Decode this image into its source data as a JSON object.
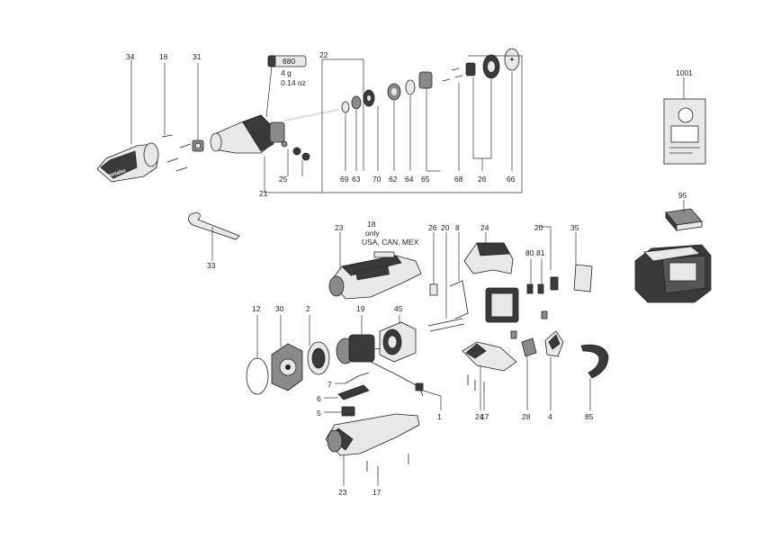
{
  "labels": {
    "l34": "34",
    "l16": "16",
    "l31": "31",
    "l880": "880",
    "w1": "4 g",
    "w2": "0.14 oz",
    "l22": "22",
    "l69": "69",
    "l63": "63",
    "l70": "70",
    "l62": "62",
    "l64": "64",
    "l65": "65",
    "l68": "68",
    "l26a": "26",
    "l66": "66",
    "l25": "25",
    "l21": "21",
    "l33": "33",
    "l1001": "1001",
    "l95": "95",
    "l23a": "23",
    "l18": "18",
    "only": "only",
    "usa": "USA, CAN, MEX",
    "l26b": "26",
    "l20a": "20",
    "l8": "8",
    "l24a": "24",
    "l20b": "20",
    "l35": "35",
    "l80": "80",
    "l81": "81",
    "l12": "12",
    "l30": "30",
    "l2": "2",
    "l19": "19",
    "l45": "45",
    "l7": "7",
    "l6": "6",
    "l5": "5",
    "l1": "1",
    "l17a": "17",
    "l24b": "24",
    "l28": "28",
    "l4": "4",
    "l85": "85",
    "l23b": "23",
    "l17b": "17"
  },
  "brand": "metabo"
}
